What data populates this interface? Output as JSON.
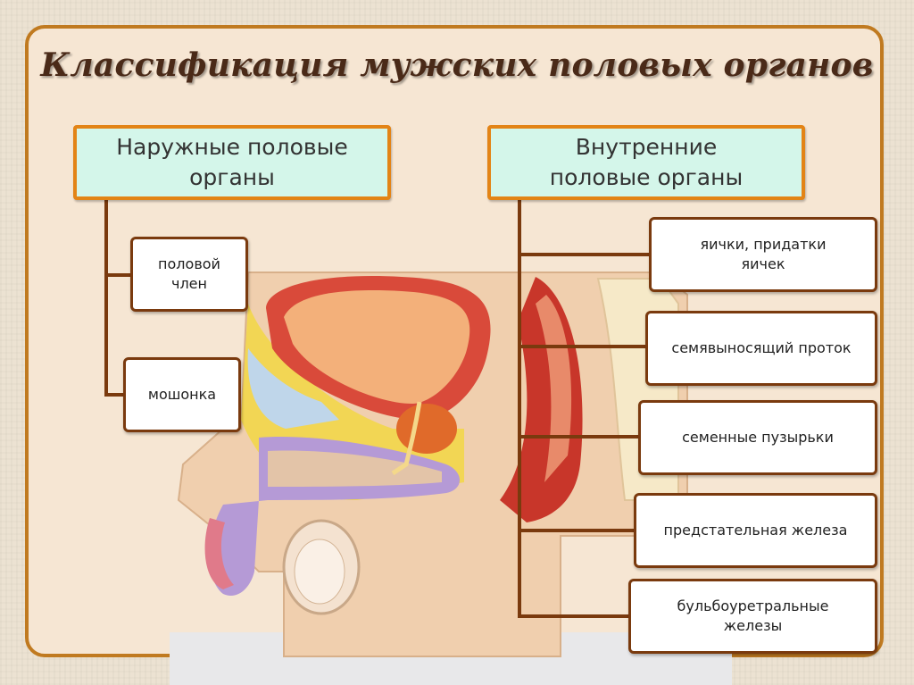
{
  "title": "Классификация мужских половых органов",
  "external": {
    "heading": "Наружные половые органы",
    "items": [
      "половой член",
      "мошонка"
    ]
  },
  "internal": {
    "heading": "Внутренние половые органы",
    "items": [
      "яички, придатки яичек",
      "семявыносящий проток",
      "семенные пузырьки",
      "предстательная железа",
      "бульбоуретральные железы"
    ]
  },
  "colors": {
    "panel_border": "#c07a20",
    "heading_fill": "#d4f6ea",
    "heading_border": "#e38416",
    "connector": "#7a3a0e"
  }
}
